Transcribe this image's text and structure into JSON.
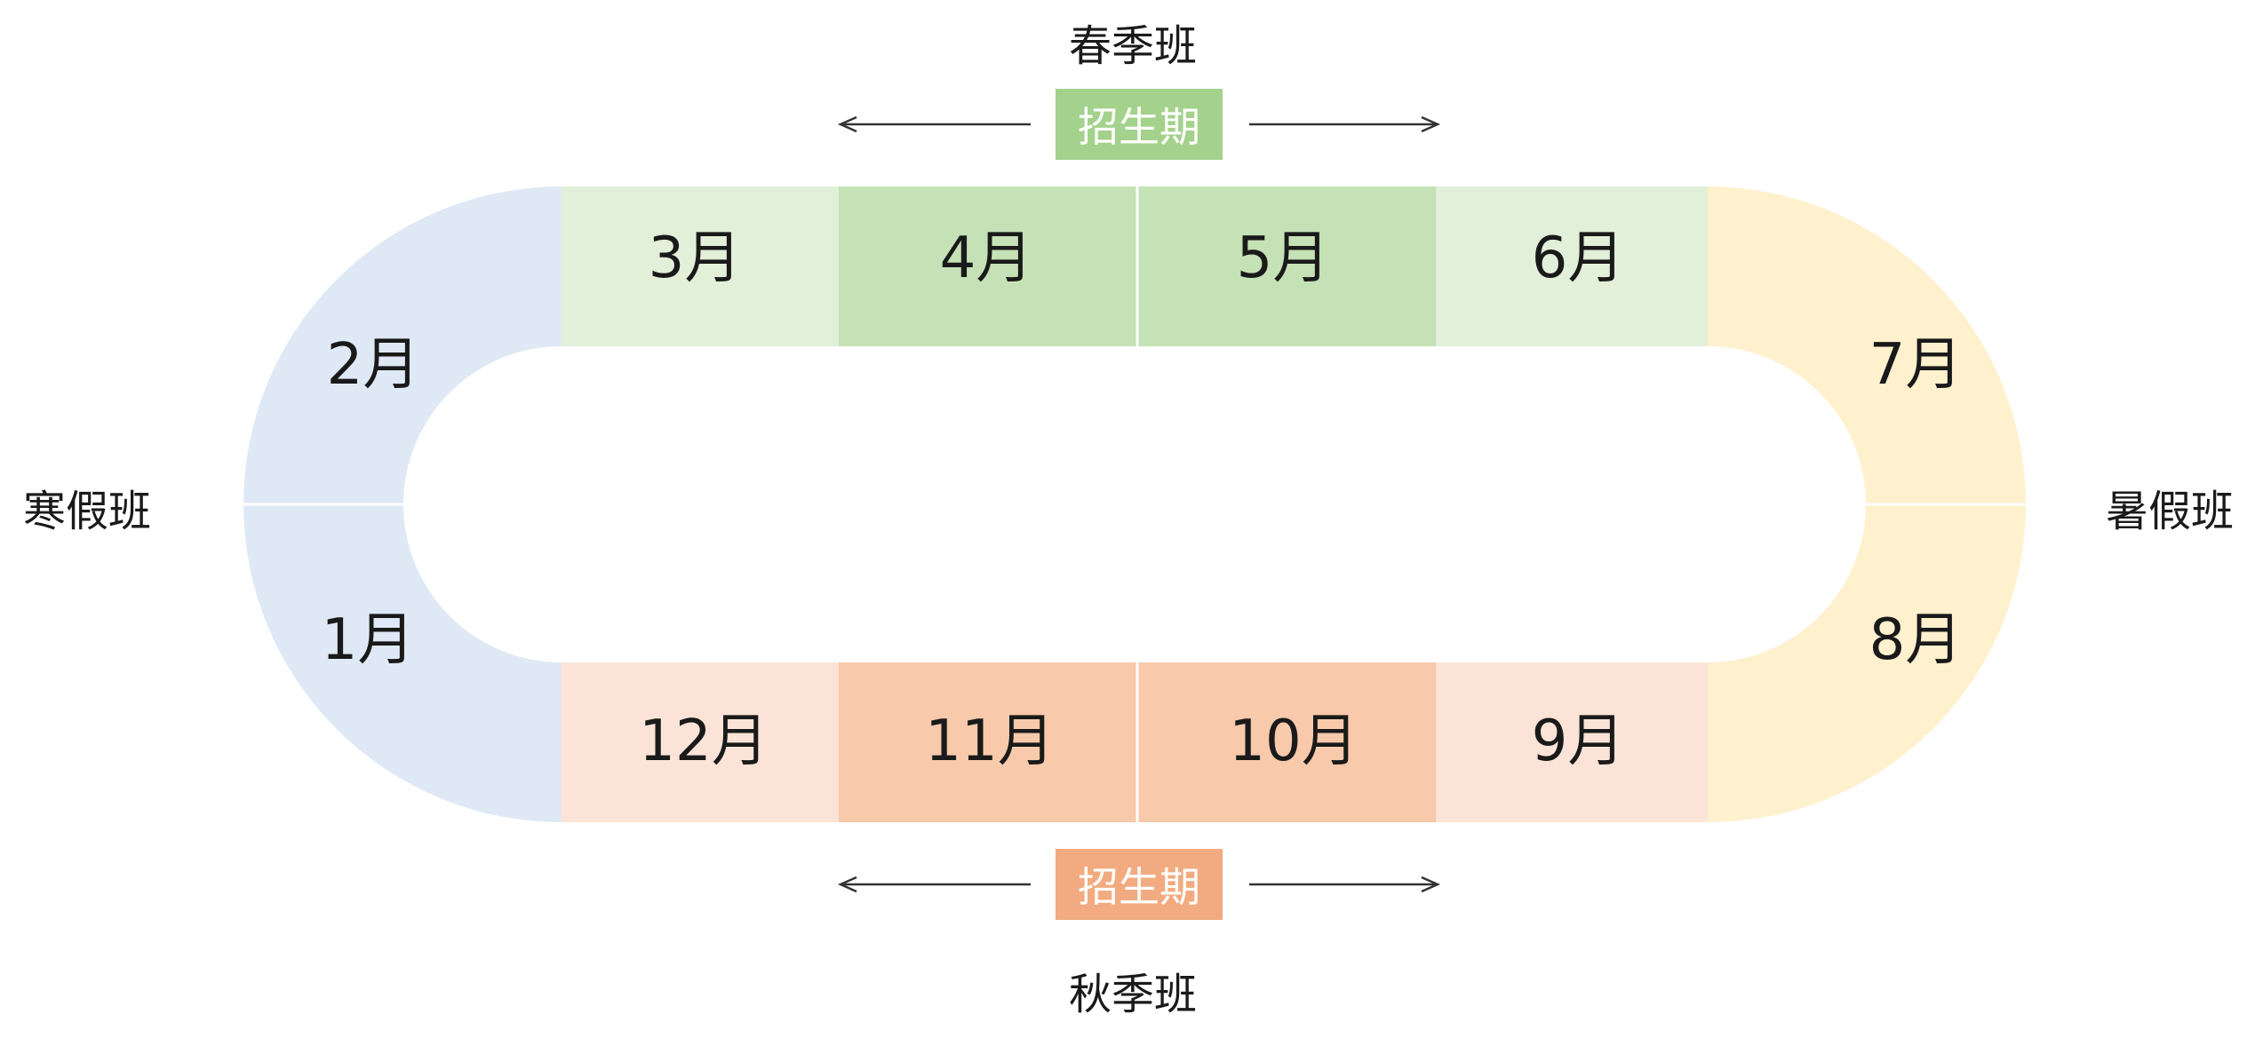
{
  "seasons": {
    "spring": "春季班",
    "autumn": "秋季班",
    "winter": "寒假班",
    "summer": "暑假班"
  },
  "enrollment": {
    "top": "招生期",
    "bottom": "招生期"
  },
  "months": {
    "m1": "1月",
    "m2": "2月",
    "m3": "3月",
    "m4": "4月",
    "m5": "5月",
    "m6": "6月",
    "m7": "7月",
    "m8": "8月",
    "m9": "9月",
    "m10": "10月",
    "m11": "11月",
    "m12": "12月"
  },
  "colors": {
    "winter": "#dfe9f5",
    "spring_light": "#e2efd9",
    "spring_dark": "#c5e1b6",
    "summer": "#fff1ce",
    "autumn_light": "#fbe4d7",
    "autumn_dark": "#f8c9ab",
    "badge_green": "#a4d28c",
    "badge_orange": "#f2ab80"
  }
}
